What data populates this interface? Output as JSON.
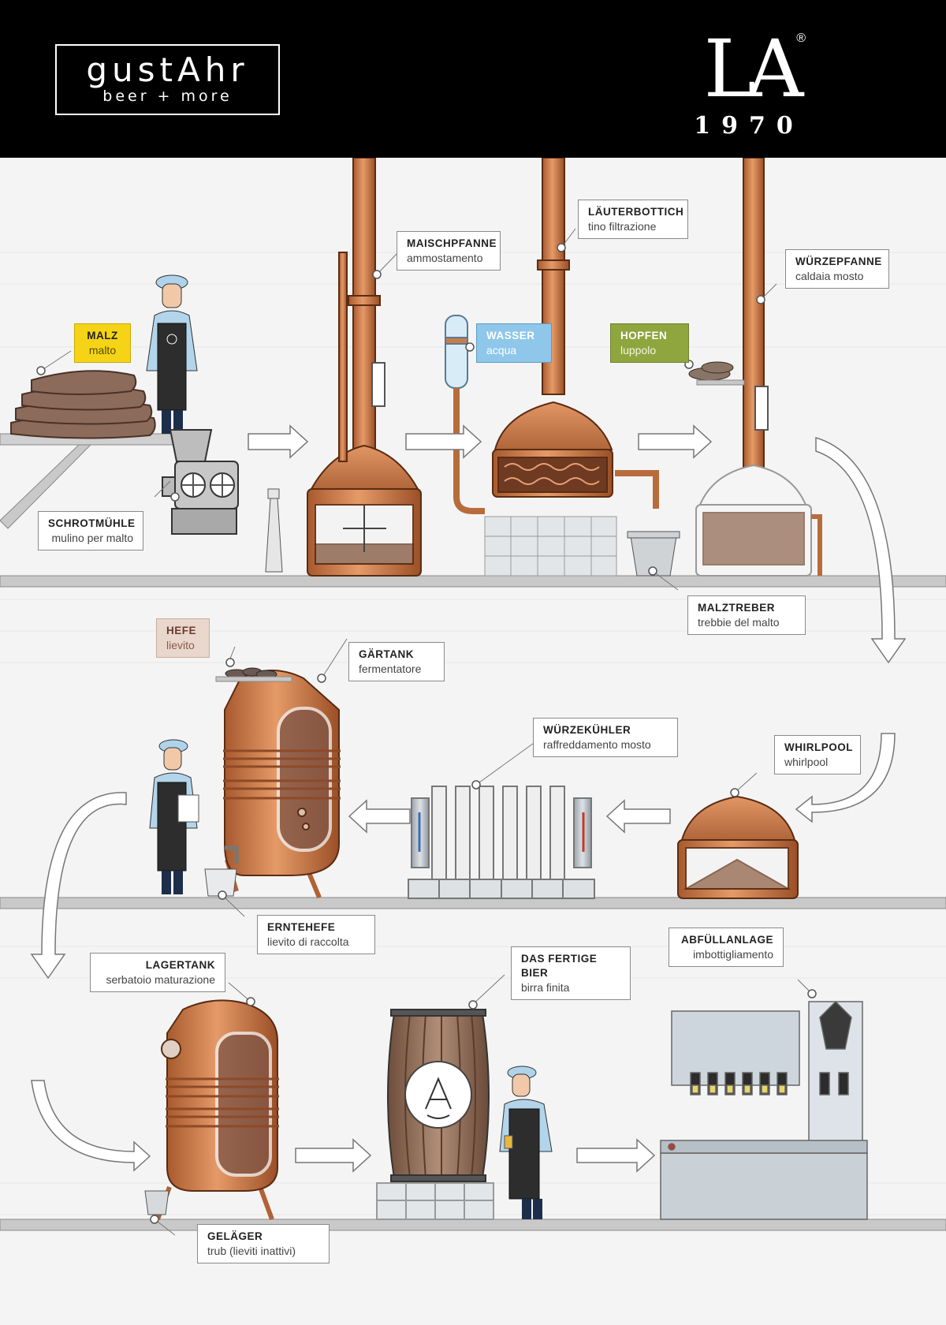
{
  "header": {
    "logo_main": "gustAhr",
    "logo_sub": "beer + more",
    "brand_mark": "LA",
    "brand_registered": "®",
    "brand_year": "1970"
  },
  "labels": {
    "maischpfanne": {
      "de": "MAISCHPFANNE",
      "it": "ammostamento"
    },
    "laeuterbottich": {
      "de": "LÄUTERBOTTICH",
      "it": "tino filtrazione"
    },
    "wuerzepfanne": {
      "de": "WÜRZEPFANNE",
      "it": "caldaia mosto"
    },
    "malz": {
      "de": "MALZ",
      "it": "malto"
    },
    "wasser": {
      "de": "WASSER",
      "it": "acqua"
    },
    "hopfen": {
      "de": "HOPFEN",
      "it": "luppolo"
    },
    "schrotmuehle": {
      "de": "SCHROTMÜHLE",
      "it": "mulino per malto"
    },
    "malztreber": {
      "de": "MALZTREBER",
      "it": "trebbie del malto"
    },
    "hefe": {
      "de": "HEFE",
      "it": "lievito"
    },
    "gaertank": {
      "de": "GÄRTANK",
      "it": "fermentatore"
    },
    "wuerzekuehler": {
      "de": "WÜRZEKÜHLER",
      "it": "raffreddamento mosto"
    },
    "whirlpool": {
      "de": "WHIRLPOOL",
      "it": "whirlpool"
    },
    "erntehefe": {
      "de": "ERNTEHEFE",
      "it": "lievito di raccolta"
    },
    "lagertank": {
      "de": "LAGERTANK",
      "it": "serbatoio maturazione"
    },
    "fertige_bier": {
      "de": "DAS FERTIGE BIER",
      "it": "birra finita"
    },
    "abfuellanlage": {
      "de": "ABFÜLLANLAGE",
      "it": "imbottigliamento"
    },
    "gelaeger": {
      "de": "GELÄGER",
      "it": "trub (lieviti inattivi)"
    }
  },
  "colors": {
    "copper": "#c97b4a",
    "copper_dark": "#8e4a27",
    "shelf": "#c9c9c9",
    "malt": "#f5d417",
    "water": "#8ec7ea",
    "hops": "#8fa53e",
    "yeast": "#e9d7cd"
  },
  "icons": [
    "malt-sacks-icon",
    "mill-icon",
    "mash-tun-icon",
    "lauter-tun-icon",
    "wort-kettle-icon",
    "water-tank-icon",
    "hops-icon",
    "spent-grain-bucket-icon",
    "whirlpool-icon",
    "wort-cooler-icon",
    "fermenter-icon",
    "yeast-icon",
    "lagering-tank-icon",
    "barrel-icon",
    "bottling-machine-icon",
    "brewer-icon"
  ]
}
